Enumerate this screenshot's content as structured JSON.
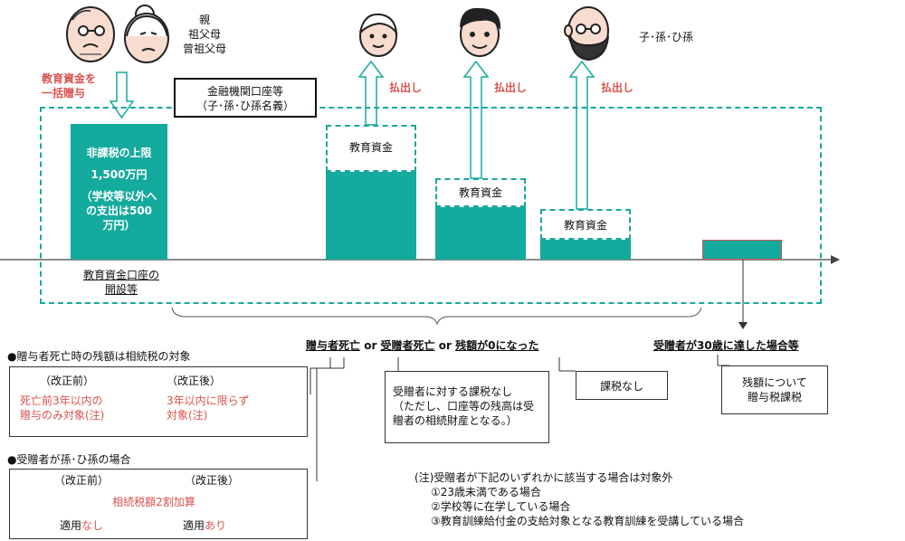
{
  "colors": {
    "teal": "#14aa9d",
    "red": "#d9534f",
    "dark": "#222222"
  },
  "givers_label": [
    "親",
    "祖父母",
    "曾祖父母"
  ],
  "receivers_label": "子･孫･ひ孫",
  "gift_label": [
    "教育資金を",
    "一括贈与"
  ],
  "account_label": [
    "金融機関口座等",
    "（子･孫･ひ孫名義）"
  ],
  "withdraw_label": "払出し",
  "limit_box": {
    "title": "非課税の上限",
    "amount": "1,500万円",
    "note": [
      "（学校等以外へ",
      "の支出は500",
      "万円）"
    ]
  },
  "fund_label": "教育資金",
  "open_label": [
    "教育資金口座の",
    "開設等"
  ],
  "end_cond": {
    "part1": "贈与者死亡",
    "or1": " or ",
    "part2": "受贈者死亡",
    "or2": " or ",
    "part3": "残額が0になった"
  },
  "age30_label": "受贈者が30歳に達した場合等",
  "no_tax_box": [
    "受贈者に対する課税なし",
    "（ただし、口座等の残高は受",
    "贈者の相続財産となる。）"
  ],
  "no_tax_label": "課税なし",
  "gift_tax_box": [
    "残額について",
    "贈与税課税"
  ],
  "death_title": "●贈与者死亡時の残額は相続税の対象",
  "before_label": "（改正前）",
  "after_label": "（改正後）",
  "death_before": [
    "死亡前3年以内の",
    "贈与のみ対象(注)"
  ],
  "death_after": [
    "3年以内に限らず",
    "対象(注)"
  ],
  "grandchild_title": "●受贈者が孫･ひ孫の場合",
  "surcharge_label": "相続税額2割加算",
  "apply_prefix": "適用",
  "apply_before": "なし",
  "apply_after": "あり",
  "notes": [
    "(注)受贈者が下記のいずれかに該当する場合は対象外",
    "①23歳未満である場合",
    "②学校等に在学している場合",
    "③教育訓練給付金の支給対象となる教育訓練を受講している場合"
  ],
  "icons": [
    "elderly-man-icon",
    "elderly-woman-icon",
    "child-icon",
    "young-man-icon",
    "bearded-man-icon"
  ]
}
